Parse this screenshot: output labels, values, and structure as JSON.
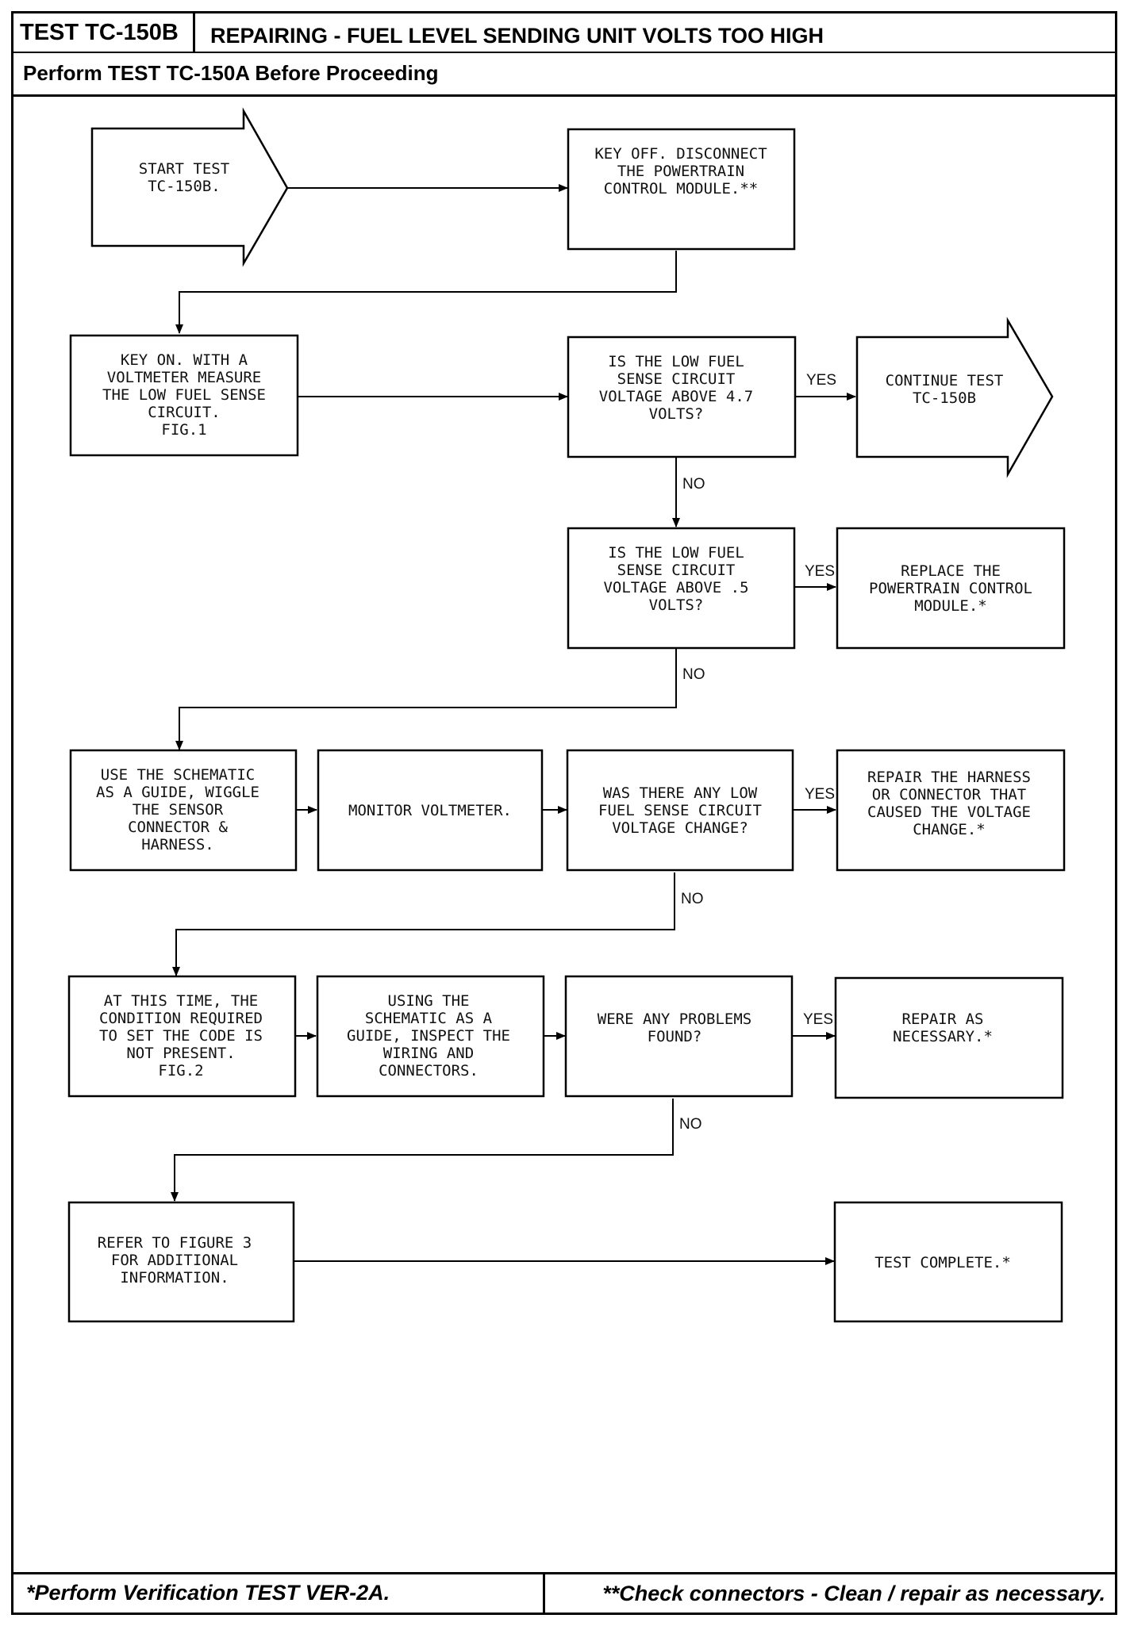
{
  "header": {
    "test_id": "TEST TC-150B",
    "title": "REPAIRING - FUEL LEVEL SENDING UNIT VOLTS TOO HIGH",
    "prereq": "Perform TEST TC-150A Before Proceeding"
  },
  "footer": {
    "note_left": "*Perform Verification TEST VER-2A.",
    "note_right": "**Check connectors - Clean / repair as necessary."
  },
  "flow": {
    "start": [
      "START TEST",
      "TC-150B."
    ],
    "key_off": [
      "KEY OFF. DISCONNECT",
      "THE POWERTRAIN",
      "CONTROL MODULE.**"
    ],
    "key_on": [
      "KEY ON. WITH A",
      "VOLTMETER MEASURE",
      "THE LOW FUEL SENSE",
      "CIRCUIT.",
      "FIG.1"
    ],
    "q_above_47": [
      "IS THE LOW FUEL",
      "SENSE CIRCUIT",
      "VOLTAGE ABOVE 4.7",
      "VOLTS?"
    ],
    "continue": [
      "CONTINUE TEST",
      "TC-150B"
    ],
    "q_above_05": [
      "IS THE LOW FUEL",
      "SENSE CIRCUIT",
      "VOLTAGE ABOVE .5",
      "VOLTS?"
    ],
    "replace_pcm": [
      "REPLACE THE",
      "POWERTRAIN CONTROL",
      "MODULE.*"
    ],
    "wiggle": [
      "USE THE SCHEMATIC",
      "AS A GUIDE, WIGGLE",
      "THE SENSOR",
      "CONNECTOR &",
      "HARNESS."
    ],
    "monitor": [
      "MONITOR VOLTMETER."
    ],
    "q_change": [
      "WAS THERE ANY LOW",
      "FUEL SENSE CIRCUIT",
      "VOLTAGE CHANGE?"
    ],
    "repair_harness": [
      "REPAIR THE HARNESS",
      "OR CONNECTOR THAT",
      "CAUSED THE VOLTAGE",
      "CHANGE.*"
    ],
    "not_present": [
      "AT THIS TIME, THE",
      "CONDITION REQUIRED",
      "TO SET THE CODE IS",
      "NOT PRESENT.",
      "FIG.2"
    ],
    "inspect": [
      "USING THE",
      "SCHEMATIC AS A",
      "GUIDE, INSPECT THE",
      "WIRING AND",
      "CONNECTORS."
    ],
    "q_problems": [
      "WERE ANY PROBLEMS",
      "FOUND?"
    ],
    "repair_nec": [
      "REPAIR AS",
      "NECESSARY.*"
    ],
    "refer_fig3": [
      "REFER TO FIGURE 3",
      "FOR ADDITIONAL",
      "INFORMATION."
    ],
    "complete": [
      "TEST COMPLETE.*"
    ]
  },
  "labels": {
    "yes": "YES",
    "no": "NO"
  }
}
